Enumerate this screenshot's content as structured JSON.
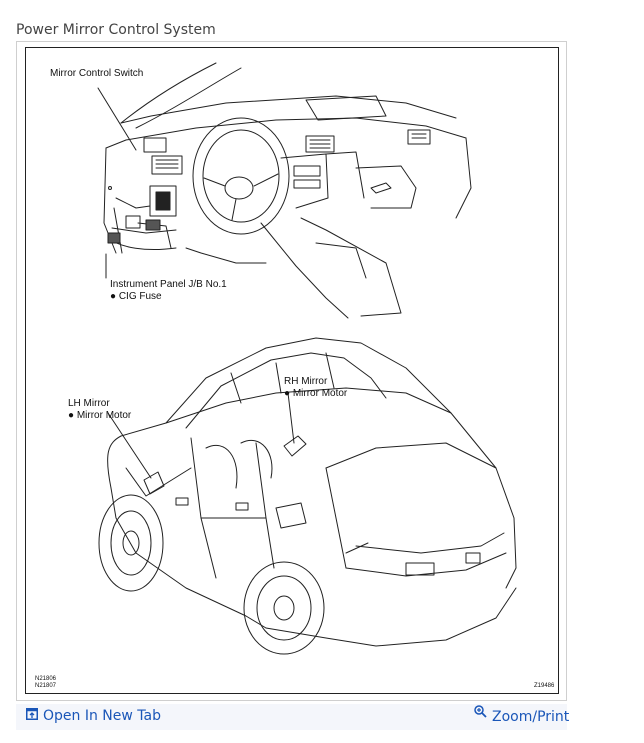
{
  "caption": "Power Mirror Control System",
  "diagram": {
    "labels": {
      "mirror_control_switch": "Mirror Control Switch",
      "instrument_panel_line1": "Instrument Panel J/B No.1",
      "instrument_panel_line2": "● CIG Fuse",
      "rh_mirror_line1": "RH Mirror",
      "rh_mirror_line2": "● Mirror Motor",
      "lh_mirror_line1": "LH Mirror",
      "lh_mirror_line2": "● Mirror Motor"
    },
    "codes": {
      "left_top": "N21806",
      "left_bottom": "N21807",
      "right": "Z19486"
    }
  },
  "toolbar": {
    "open_label": "Open In New Tab",
    "open_icon": "open-in-new-tab-icon",
    "zoom_label": "Zoom/Print",
    "zoom_icon": "zoom-in-icon",
    "link_color": "#1a56b8"
  }
}
